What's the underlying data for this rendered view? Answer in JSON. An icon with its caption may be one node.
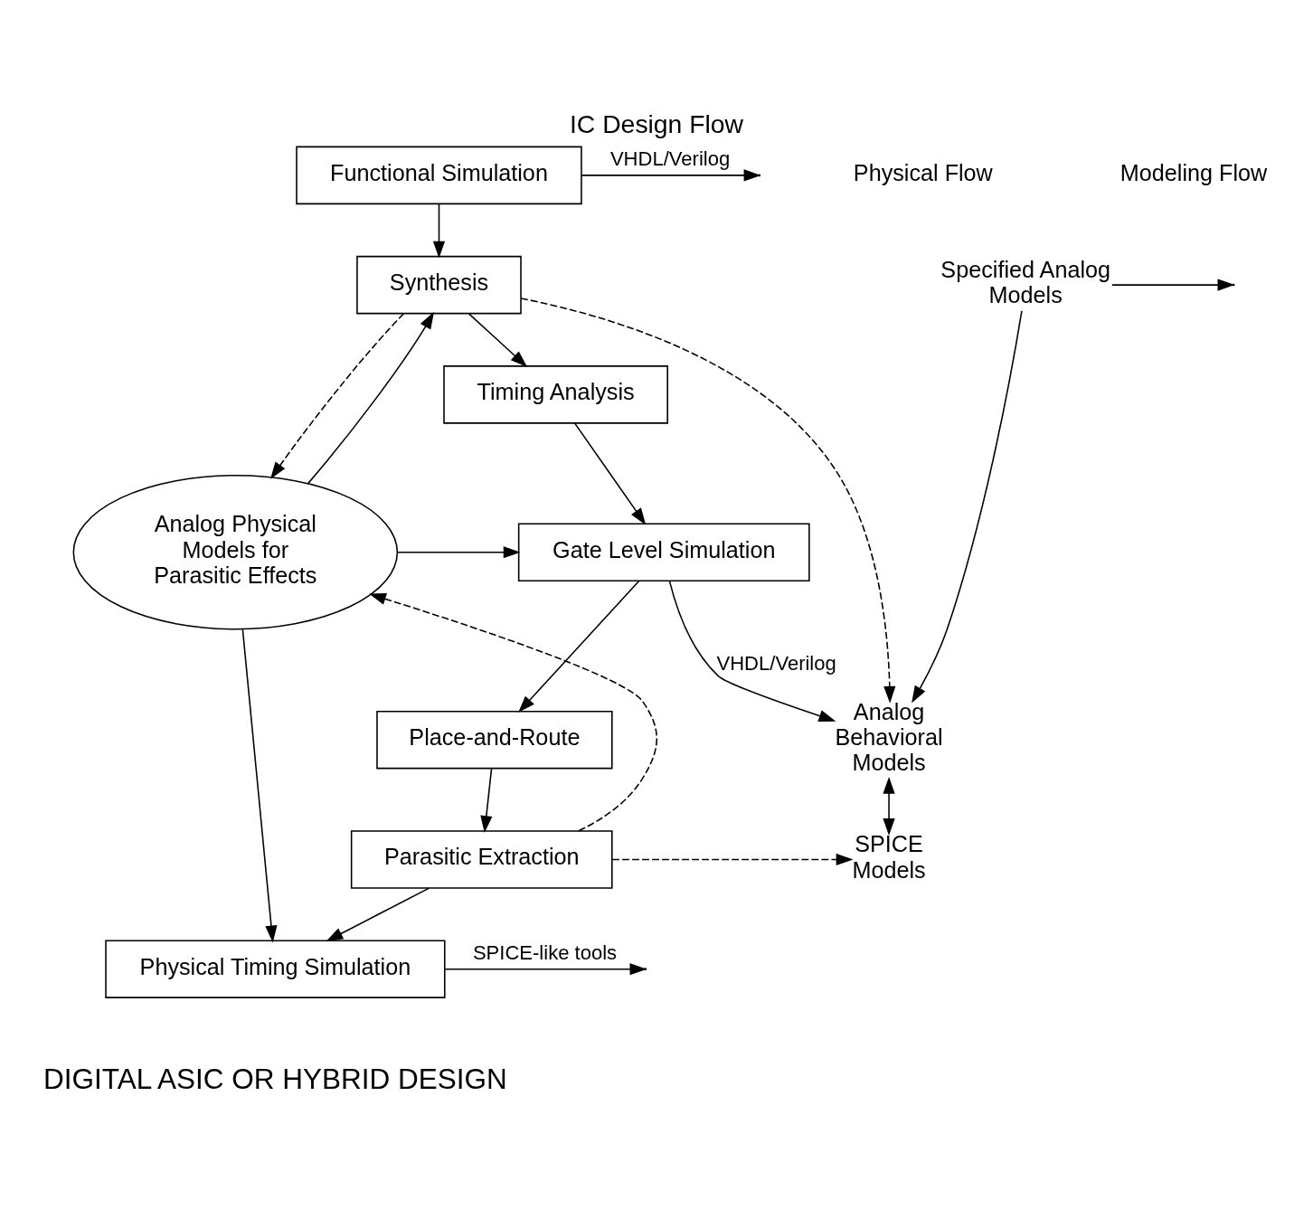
{
  "diagram": {
    "title": "IC Design Flow",
    "caption": "DIGITAL ASIC OR HYBRID DESIGN",
    "nodes": [
      {
        "text": [
          "Functional Simulation"
        ]
      },
      {
        "text": [
          "Synthesis"
        ]
      },
      {
        "text": [
          "Timing Analysis"
        ]
      },
      {
        "text": [
          "Gate Level Simulation"
        ]
      },
      {
        "text": [
          "Place-and-Route"
        ]
      },
      {
        "text": [
          "Parasitic Extraction"
        ]
      },
      {
        "text": [
          "Physical Timing Simulation"
        ]
      },
      {
        "text": [
          "Analog Physical Models for Parasitic Effects"
        ]
      },
      {
        "text": [
          "Specified Analog Models"
        ]
      },
      {
        "text": [
          "Analog Behavioral Models"
        ]
      },
      {
        "text": [
          "SPICE Models"
        ]
      }
    ],
    "edges": [
      {
        "from": 0,
        "to": 1,
        "arrow": "to"
      },
      {
        "from": 1,
        "to": 2,
        "arrow": "to"
      },
      {
        "from": 2,
        "to": 3,
        "arrow": "to"
      },
      {
        "from": 3,
        "to": 4,
        "arrow": "to"
      },
      {
        "from": 4,
        "to": 5,
        "arrow": "to"
      },
      {
        "from": 5,
        "to": 6,
        "arrow": "to"
      },
      {
        "from": 0,
        "to": null,
        "arrow": "to",
        "label": "VHDL/Verilog"
      },
      {
        "from": 8,
        "to": null,
        "arrow": "to"
      },
      {
        "from": 7,
        "to": 1,
        "arrow": "to"
      },
      {
        "from": 7,
        "to": 3,
        "arrow": "to"
      },
      {
        "from": 7,
        "to": 6,
        "arrow": "to"
      },
      {
        "from": 1,
        "to": 7,
        "arrow": "to",
        "style": "dashed"
      },
      {
        "from": 1,
        "to": 9,
        "arrow": "to",
        "style": "dashed"
      },
      {
        "from": 8,
        "to": 9,
        "arrow": "to"
      },
      {
        "from": 3,
        "to": 9,
        "arrow": "to",
        "label": "VHDL/Verilog"
      },
      {
        "from": 9,
        "to": 10,
        "arrow": "both"
      },
      {
        "from": 5,
        "to": 7,
        "arrow": "to",
        "style": "dashed"
      },
      {
        "from": 5,
        "to": 10,
        "arrow": "to",
        "style": "dashed"
      },
      {
        "from": 6,
        "to": null,
        "arrow": "to",
        "label": "SPICE-like tools"
      }
    ],
    "labels": [
      "Physical Flow",
      "Modeling Flow"
    ]
  }
}
